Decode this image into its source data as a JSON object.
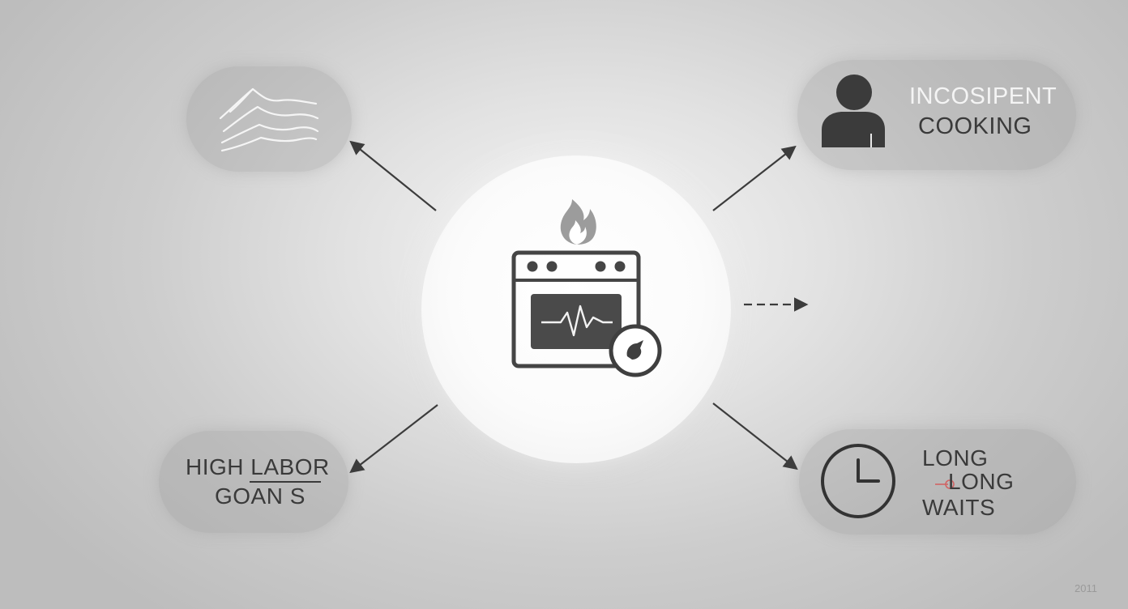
{
  "nodes": {
    "top_right": {
      "line1": "INCOSIPENT",
      "line2": "COOKING",
      "icon": "person-icon"
    },
    "bottom_left": {
      "line1": "HIGH LABOR",
      "line2": "GOAN S"
    },
    "bottom_right": {
      "line1": "LONG",
      "line2": "LONG",
      "line3": "WAITS",
      "icon": "clock-icon"
    },
    "top_left": {
      "icon": "heat-wave-icon"
    },
    "center": {
      "icon": "oven-with-flame-icon"
    }
  },
  "footer": {
    "corner_text": "2011"
  }
}
